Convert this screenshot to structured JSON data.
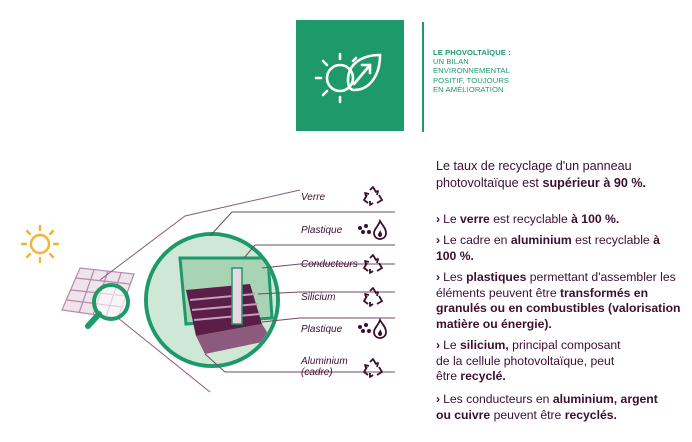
{
  "header": {
    "line1": "LE PHOVOLTAÏQUE :",
    "line2": "UN BILAN",
    "line3": "ENVIRONNEMENTAL",
    "line4": "POSITIF, TOUJOURS",
    "line5": "EN AMÉLIORATION"
  },
  "intro": {
    "part1": "Le taux de recyclage d'un panneau photovoltaïque est ",
    "bold1": "supérieur à 90 %."
  },
  "bullets": {
    "b1": {
      "mark": "›",
      "t1": "Le ",
      "bold1": "verre",
      "t2": " est recyclable ",
      "bold2": "à 100 %."
    },
    "b2": {
      "mark": "›",
      "t1": "Le cadre en ",
      "bold1": "aluminium",
      "t2": " est recyclable ",
      "bold2": "à 100 %."
    },
    "b3": {
      "mark": "›",
      "t1": "Les ",
      "bold1": "plastiques",
      "t2": " permettant d'assembler les éléments peuvent être ",
      "bold2": "transformés en granulés ou en combustibles (valorisation matière ou énergie)."
    },
    "b4": {
      "mark": "›",
      "t1": "Le ",
      "bold1": "silicium,",
      "t2": " principal composant de la cellule photovoltaïque, peut être ",
      "bold2": "recyclé."
    },
    "b5": {
      "mark": "›",
      "t1": "Les conducteurs en ",
      "bold1": "aluminium, argent ou cuivre",
      "t2": " peuvent être ",
      "bold2": "recyclés."
    }
  },
  "labels": {
    "verre": "Verre",
    "plastique1": "Plastique",
    "conducteurs": "Conducteurs",
    "silicium": "Silicium",
    "plastique2": "Plastique",
    "aluminium1": "Aluminium",
    "aluminium2": "(cadre)"
  },
  "icons": {
    "logo": "sun-leaf-icon",
    "recycle": "recycle-icon",
    "energy": "granules-flame-icon",
    "sun": "sun-icon",
    "magnifier": "magnifier-icon"
  },
  "colors": {
    "green": "#1e9a6a",
    "plum": "#3d0f2e",
    "mauve": "#8b5a7d",
    "light_green": "#cfe8d6",
    "sun": "#f2b233"
  }
}
